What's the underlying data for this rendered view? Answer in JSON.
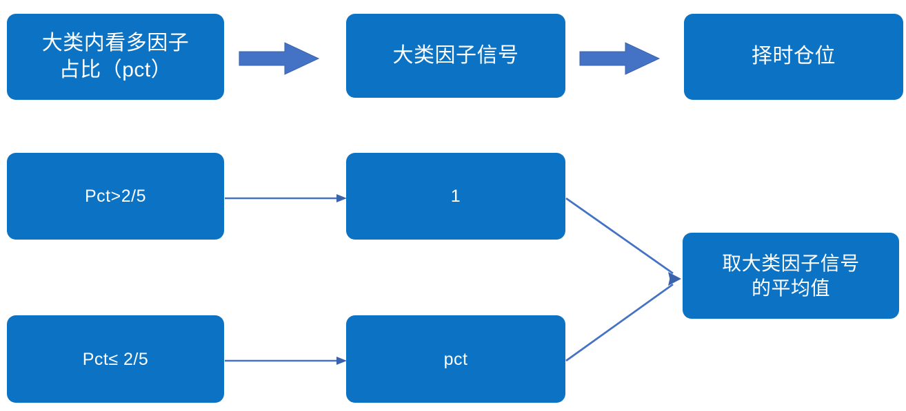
{
  "diagram": {
    "title": "大类因子信号流程图",
    "background_color": "#FFFFFF",
    "node_fill_color": "#0B72C4",
    "node_text_color": "#FFFFFF",
    "block_arrow_color": "#4472C4",
    "line_arrow_color": "#4472C4",
    "nodes": [
      {
        "id": "pct-ratio",
        "label": "大类内看多因子\n占比（pct）",
        "row": "top",
        "order": 1
      },
      {
        "id": "factor-signal",
        "label": "大类因子信号",
        "row": "top",
        "order": 2
      },
      {
        "id": "timing-position",
        "label": "择时仓位",
        "row": "top",
        "order": 3
      },
      {
        "id": "pct-greater",
        "label": "Pct>2/5",
        "row": "middle",
        "order": 1
      },
      {
        "id": "value-one",
        "label": "1",
        "row": "middle",
        "order": 2
      },
      {
        "id": "pct-less-equal",
        "label": "Pct≤ 2/5",
        "row": "bottom",
        "order": 1
      },
      {
        "id": "value-pct",
        "label": "pct",
        "row": "bottom",
        "order": 2
      },
      {
        "id": "average-signal",
        "label": "取大类因子信号\n的平均值",
        "row": "merge",
        "order": 1
      }
    ],
    "edges": [
      {
        "id": "edge-pct-ratio-to-factor-signal",
        "from": "pct-ratio",
        "to": "factor-signal",
        "style": "block-arrow"
      },
      {
        "id": "edge-factor-signal-to-timing-position",
        "from": "factor-signal",
        "to": "timing-position",
        "style": "block-arrow"
      },
      {
        "id": "edge-pct-greater-to-value-one",
        "from": "pct-greater",
        "to": "value-one",
        "style": "line-arrow"
      },
      {
        "id": "edge-pct-less-equal-to-value-pct",
        "from": "pct-less-equal",
        "to": "value-pct",
        "style": "line-arrow"
      },
      {
        "id": "edge-value-one-to-average",
        "from": "value-one",
        "to": "average-signal",
        "style": "diagonal-line-arrow"
      },
      {
        "id": "edge-value-pct-to-average",
        "from": "value-pct",
        "to": "average-signal",
        "style": "diagonal-line-arrow"
      }
    ]
  }
}
